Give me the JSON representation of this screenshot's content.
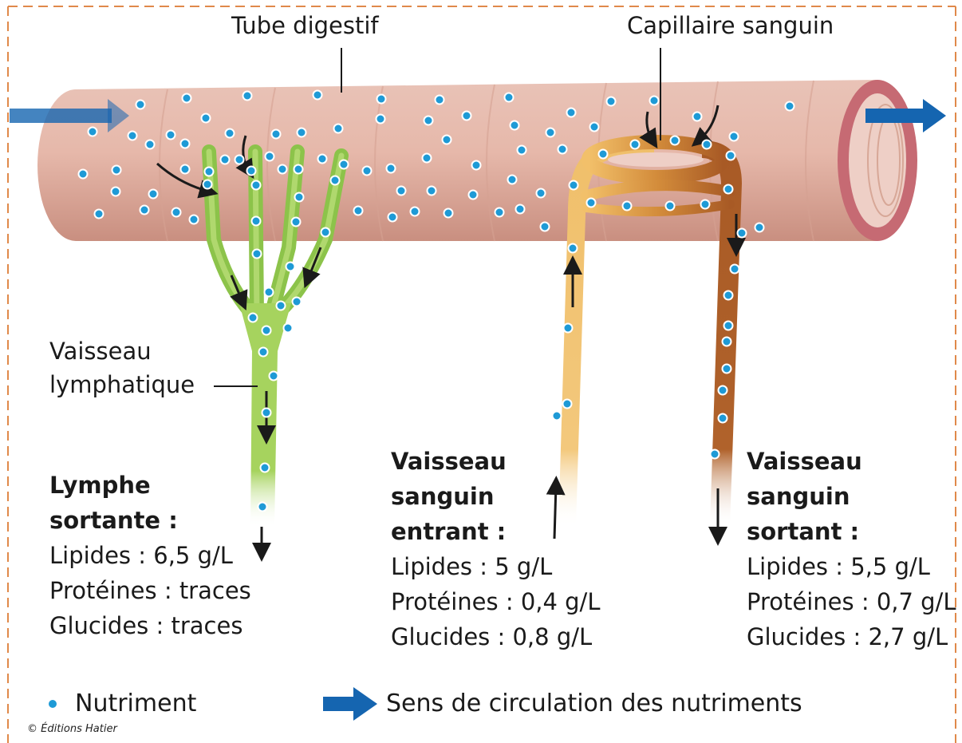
{
  "labels": {
    "tube": "Tube digestif",
    "capillary": "Capillaire sanguin",
    "lymph_vessel_line1": "Vaisseau",
    "lymph_vessel_line2": "lymphatique"
  },
  "blocks": {
    "lymph": {
      "title1": "Lymphe",
      "title2": "sortante :",
      "lipides": "Lipides : 6,5 g/L",
      "proteines": "Protéines : traces",
      "glucides": "Glucides : traces"
    },
    "incoming": {
      "title1": "Vaisseau",
      "title2": "sanguin",
      "title3": "entrant :",
      "lipides": "Lipides : 5 g/L",
      "proteines": "Protéines : 0,4 g/L",
      "glucides": "Glucides : 0,8 g/L"
    },
    "outgoing": {
      "title1": "Vaisseau",
      "title2": "sanguin",
      "title3": "sortant :",
      "lipides": "Lipides : 5,5 g/L",
      "proteines": "Protéines : 0,7 g/L",
      "glucides": "Glucides : 2,7 g/L"
    }
  },
  "legend": {
    "nutrient": "Nutriment",
    "flow": "Sens de circulation des nutriments"
  },
  "copyright": "© Éditions Hatier",
  "colors": {
    "nutrient": "#1e9ad6",
    "flow_arrow": "#1565b0",
    "tube": "#e3b3a6",
    "lymph": "#8cc34a",
    "incoming_blood": "#f2c06a",
    "outgoing_blood": "#a85a25",
    "border": "#e0894a"
  }
}
